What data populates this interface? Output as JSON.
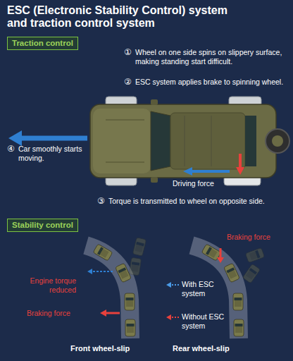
{
  "diagram": {
    "title": "ESC (Electronic Stability Control) system and traction control system",
    "nodes": [
      {
        "text": [
          "Traction control"
        ]
      },
      {
        "text": [
          "Stability control"
        ]
      }
    ],
    "labels": [
      "①",
      "Wheel on one side spins on slippery surface, making standing start difficult.",
      "②",
      "ESC system applies brake to spinning wheel.",
      "④",
      "Car smoothly starts moving.",
      "Driving force",
      "③",
      "Torque is transmitted to wheel on opposite side.",
      "Engine torque reduced",
      "Braking force",
      "Braking force",
      "Front wheel-slip",
      "Rear wheel-slip"
    ],
    "legend": [
      {
        "text": "With ESC system"
      },
      {
        "text": "Without ESC system"
      }
    ]
  }
}
